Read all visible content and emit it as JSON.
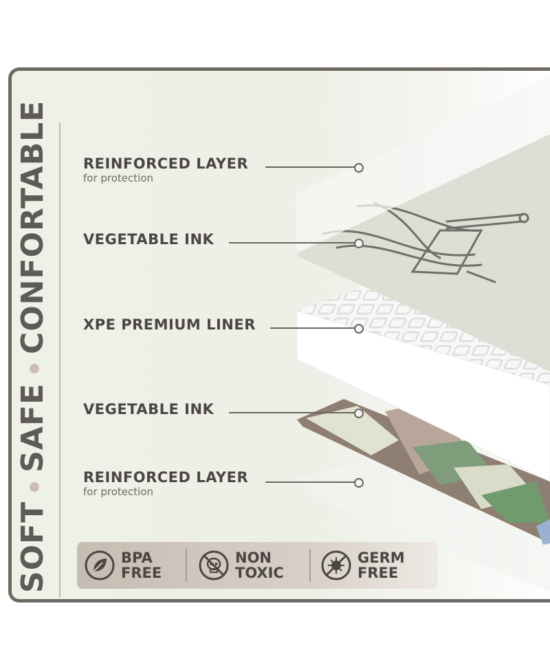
{
  "vertical_slogan": {
    "word1": "SOFT",
    "word2": "SAFE",
    "word3": "CONFORTABLE"
  },
  "layers": [
    {
      "title": "REINFORCED LAYER",
      "subtitle": "for protection"
    },
    {
      "title": "VEGETABLE INK"
    },
    {
      "title": "XPE PREMIUM LINER"
    },
    {
      "title": "VEGETABLE INK"
    },
    {
      "title": "REINFORCED LAYER",
      "subtitle": "for protection"
    }
  ],
  "badges": [
    {
      "line1": "BPA",
      "line2": "FREE",
      "icon": "leaf-icon"
    },
    {
      "line1": "NON",
      "line2": "TOXIC",
      "icon": "skull-icon"
    },
    {
      "line1": "GERM",
      "line2": "FREE",
      "icon": "germ-icon"
    }
  ],
  "colors": {
    "text": "#4b4642",
    "frame": "#6f6964",
    "badge_bar": "#c7bcb2",
    "dot": "#cbbfb4",
    "panel": "#eef1e8"
  }
}
